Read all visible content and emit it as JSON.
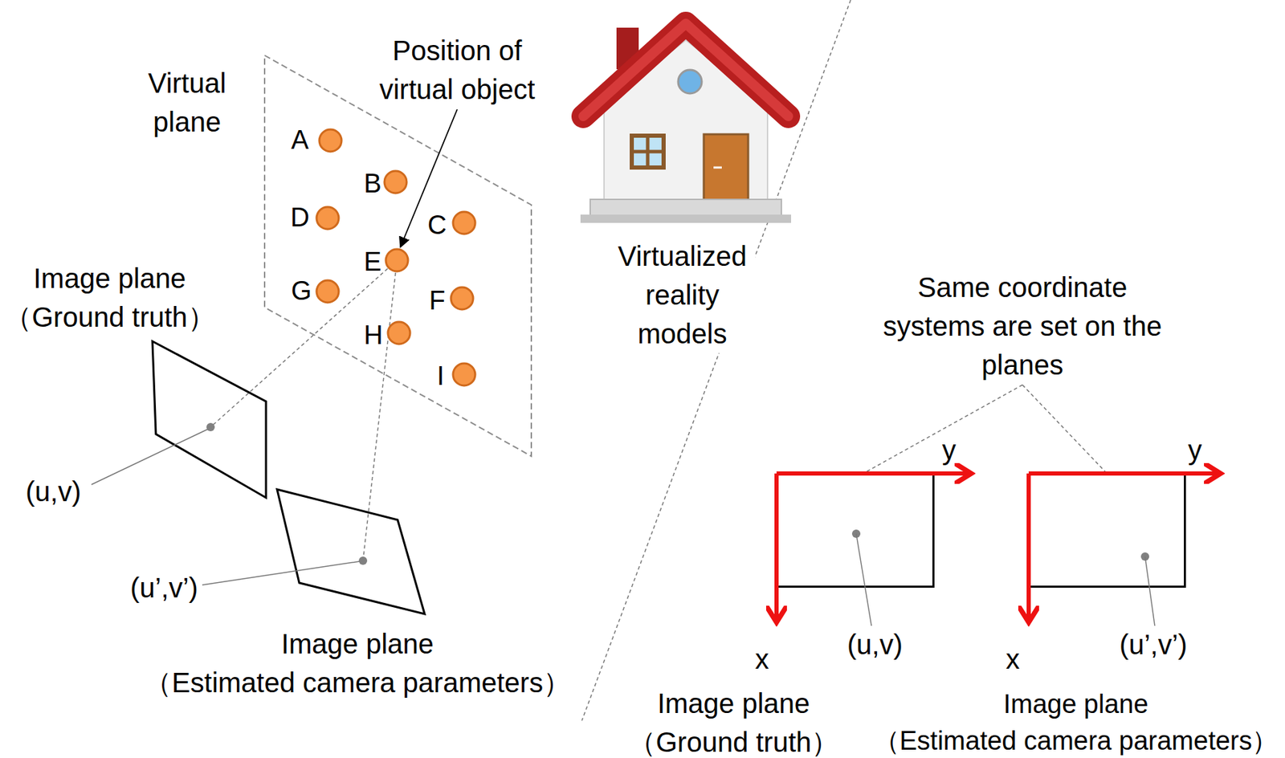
{
  "diagram": {
    "nodes": [
      {
        "text": [
          "Virtual plane"
        ]
      },
      {
        "text": [
          "Image plane （Ground truth）"
        ]
      },
      {
        "text": [
          "Image plane （Estimated camera parameters）"
        ]
      },
      {
        "text": [
          "Image plane （Ground truth）"
        ]
      },
      {
        "text": [
          "Image plane （Estimated camera parameters）"
        ]
      }
    ],
    "labels": [
      "A",
      "B",
      "C",
      "D",
      "E",
      "F",
      "G",
      "H",
      "I",
      "Position of virtual object",
      "Virtualized reality models",
      "(u,v)",
      "(u’,v’)",
      "Same coordinate systems are set on the planes",
      "y",
      "x",
      "(u,v)",
      "y",
      "x",
      "(u’,v’)"
    ]
  }
}
